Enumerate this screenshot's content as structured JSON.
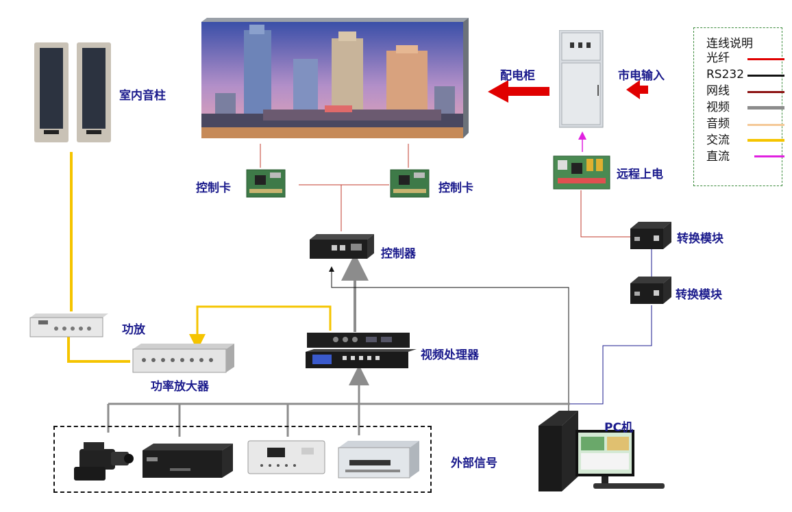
{
  "labels": {
    "speaker_column": "室内音柱",
    "distribution_cabinet": "配电柜",
    "mains_input": "市电输入",
    "control_card_left": "控制卡",
    "control_card_right": "控制卡",
    "remote_power": "远程上电",
    "controller": "控制器",
    "converter_top": "转换模块",
    "converter_bottom": "转换模块",
    "amplifier": "功放",
    "video_processor": "视频处理器",
    "power_amplifier": "功率放大器",
    "external_signal": "外部信号",
    "pc": "PC机"
  },
  "legend": {
    "title": "连线说明",
    "items": [
      {
        "label": "光纤",
        "color": "#e00000"
      },
      {
        "label": "RS232",
        "color": "#111111"
      },
      {
        "label": "网线",
        "color": "#8b1010"
      },
      {
        "label": "视频",
        "color": "#8c8c8c"
      },
      {
        "label": "音频",
        "color": "#f5c896"
      },
      {
        "label": "交流",
        "color": "#f5c400"
      },
      {
        "label": "直流",
        "color": "#e020e0"
      }
    ]
  },
  "colors": {
    "label_text": "#1a1a8c",
    "arrow_red": "#e00000",
    "audio_yellow": "#f5c400",
    "video_grey": "#8c8c8c",
    "network_red": "#c0392b",
    "rs232_black": "#111111",
    "fiber_blue": "#1a1a8c",
    "dc_magenta": "#e020e0",
    "legend_border": "#3a8a3a"
  },
  "icons": {
    "led_screen": "city-skyline-led-screen-icon",
    "speaker": "speaker-column-icon",
    "cabinet": "distribution-cabinet-icon",
    "card": "control-card-icon",
    "converter": "converter-module-icon",
    "computer": "pc-computer-icon",
    "camera": "video-camera-icon",
    "set_top_box": "set-top-box-icon",
    "dvb": "dvb-receiver-icon",
    "dvd": "dvd-player-icon"
  }
}
